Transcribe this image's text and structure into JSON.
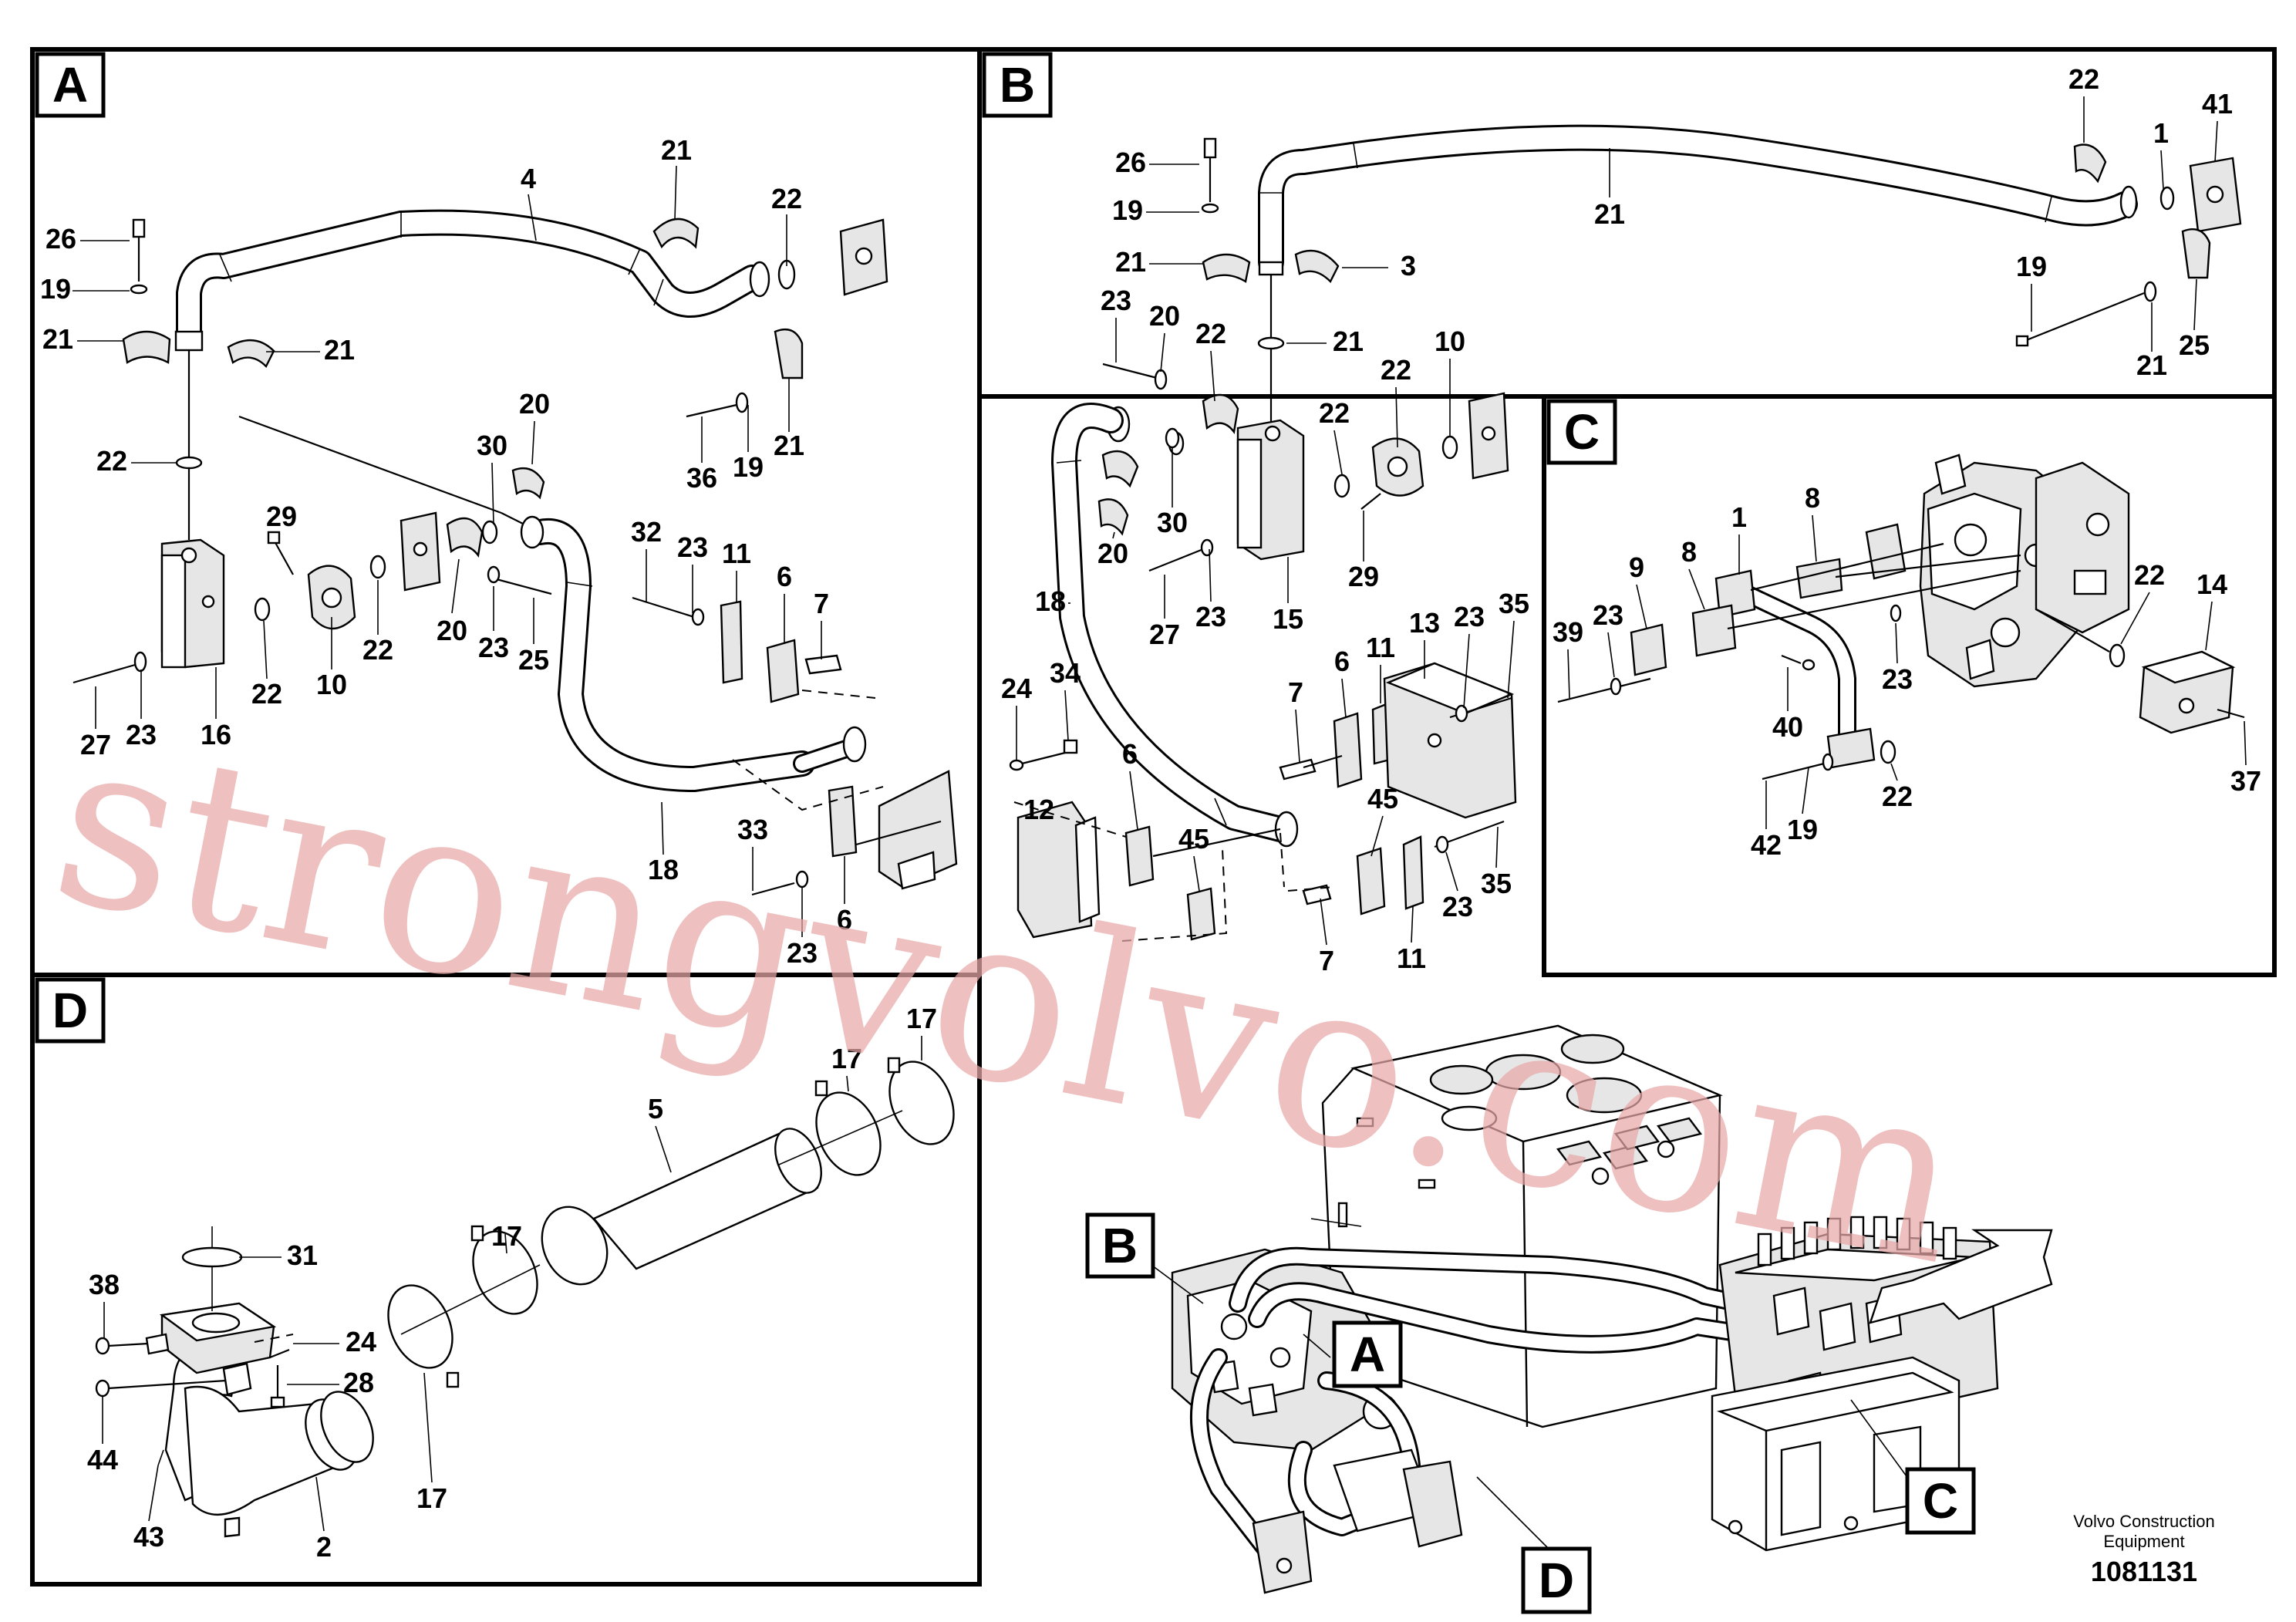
{
  "sections": {
    "a": "A",
    "b": "B",
    "c": "C",
    "d": "D"
  },
  "overview_tags": {
    "a": "A",
    "b": "B",
    "c": "C",
    "d": "D"
  },
  "callouts": {
    "a": [
      "4",
      "21",
      "22",
      "26",
      "19",
      "21",
      "21",
      "22",
      "36",
      "19",
      "21",
      "20",
      "30",
      "29",
      "32",
      "23",
      "11",
      "6",
      "7",
      "20",
      "23",
      "25",
      "27",
      "23",
      "16",
      "22",
      "10",
      "22",
      "33",
      "18",
      "6",
      "23"
    ],
    "b": [
      "26",
      "19",
      "21",
      "21",
      "3",
      "21",
      "22",
      "1",
      "41",
      "19",
      "21",
      "25",
      "23",
      "20",
      "22",
      "10",
      "22",
      "22",
      "30",
      "20",
      "29",
      "27",
      "23",
      "15",
      "18",
      "13",
      "23",
      "35",
      "7",
      "6",
      "11",
      "24",
      "34",
      "6",
      "12",
      "45",
      "45",
      "23",
      "35",
      "7",
      "11"
    ],
    "c": [
      "1",
      "8",
      "8",
      "9",
      "39",
      "23",
      "40",
      "23",
      "22",
      "14",
      "42",
      "19",
      "22",
      "37"
    ],
    "d": [
      "5",
      "17",
      "17",
      "17",
      "31",
      "38",
      "24",
      "28",
      "44",
      "43",
      "2",
      "17"
    ]
  },
  "watermark": "strongvolvo.com",
  "brand": {
    "line1": "Volvo Construction",
    "line2": "Equipment",
    "drawing_number": "1081131"
  }
}
